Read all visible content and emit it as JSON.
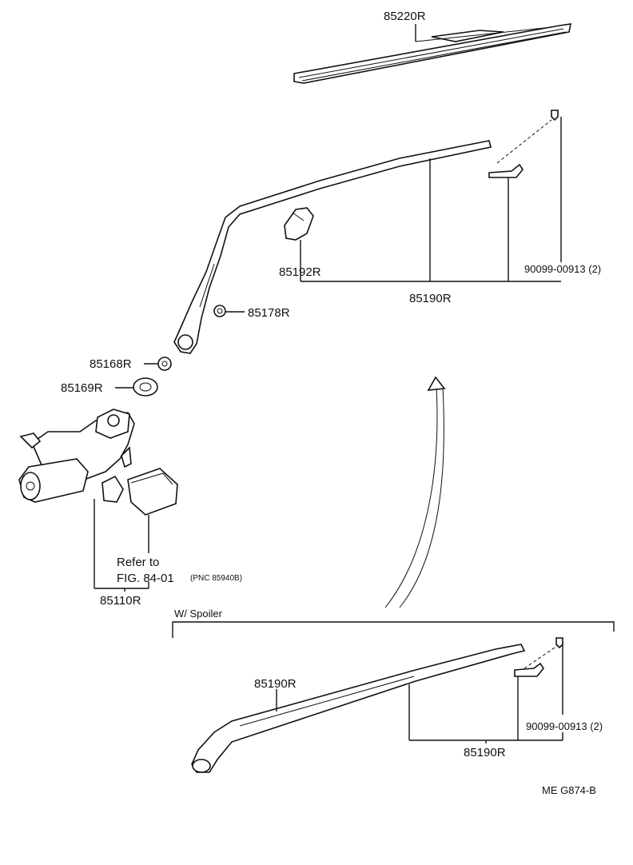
{
  "labels": {
    "blade": "85220R",
    "cap": "85192R",
    "arm_main": "85190R",
    "screw_main": "90099-00913 (2)",
    "nut": "85178R",
    "nut2": "85168R",
    "seal": "85169R",
    "motor": "85110R",
    "refer_line1": "Refer to",
    "refer_line2": "FIG. 84-01",
    "refer_pnc": "(PNC 85940B)",
    "spoiler_title": "W/ Spoiler",
    "arm_spoiler_upper": "85190R",
    "arm_spoiler_lower": "85190R",
    "screw_spoiler": "90099-00913 (2)",
    "figure_code": "ME  G874-B"
  }
}
